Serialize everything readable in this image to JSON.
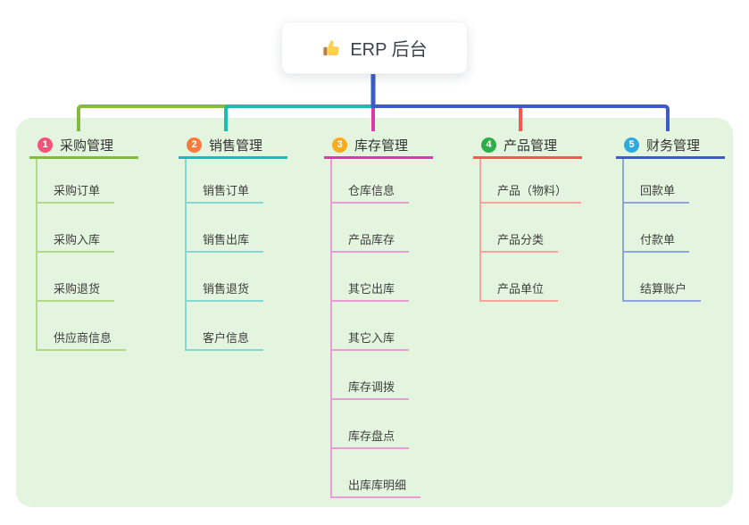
{
  "root": {
    "label": "ERP 后台",
    "icon": "thumbs-up-icon"
  },
  "canvas": {
    "panel_background": "#e4f5df",
    "page_background": "#ffffff"
  },
  "branches": [
    {
      "index": "1",
      "title": "采购管理",
      "color": "#84ba3f",
      "light": "#b2d889",
      "badge_color": "#f2537a",
      "children": [
        "采购订单",
        "采购入库",
        "采购退货",
        "供应商信息"
      ]
    },
    {
      "index": "2",
      "title": "销售管理",
      "color": "#16bfb3",
      "light": "#85d7cf",
      "badge_color": "#f97b3d",
      "children": [
        "销售订单",
        "销售出库",
        "销售退货",
        "客户信息"
      ]
    },
    {
      "index": "3",
      "title": "库存管理",
      "color": "#d93aa6",
      "light": "#eb9cd4",
      "badge_color": "#fbab1d",
      "children": [
        "仓库信息",
        "产品库存",
        "其它出库",
        "其它入库",
        "库存调拨",
        "库存盘点",
        "出库库明细"
      ]
    },
    {
      "index": "4",
      "title": "产品管理",
      "color": "#f8564e",
      "light": "#fba29c",
      "badge_color": "#2eae48",
      "children": [
        "产品（物料）",
        "产品分类",
        "产品单位"
      ]
    },
    {
      "index": "5",
      "title": "财务管理",
      "color": "#3d5dc5",
      "light": "#8fa3dc",
      "badge_color": "#30aade",
      "children": [
        "回款单",
        "付款单",
        "结算账户"
      ]
    }
  ]
}
